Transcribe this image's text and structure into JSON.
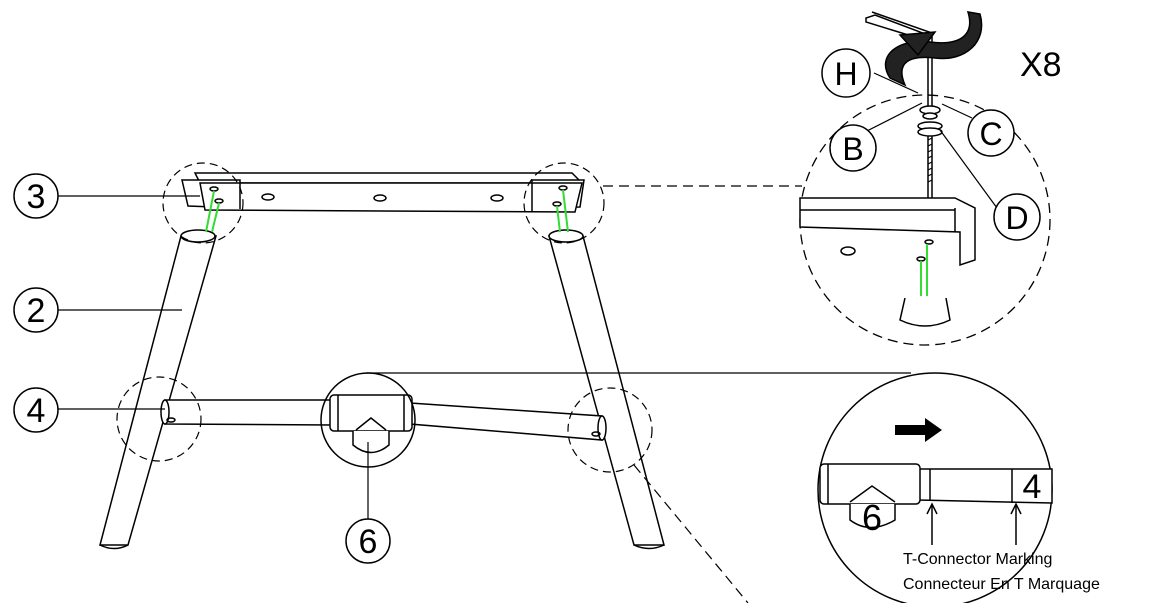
{
  "callouts": {
    "part3": "3",
    "part2": "2",
    "part4": "4",
    "part6": "6",
    "partH": "H",
    "partB": "B",
    "partC": "C",
    "partD": "D"
  },
  "quantity": "X8",
  "detail_tconnector": {
    "connector_label": "6",
    "tube_label": "4",
    "marking_en": "T-Connector Marking",
    "marking_fr": "Connecteur En T Marquage"
  },
  "colors": {
    "line": "#000000",
    "screw_guide": "#33dd33"
  }
}
